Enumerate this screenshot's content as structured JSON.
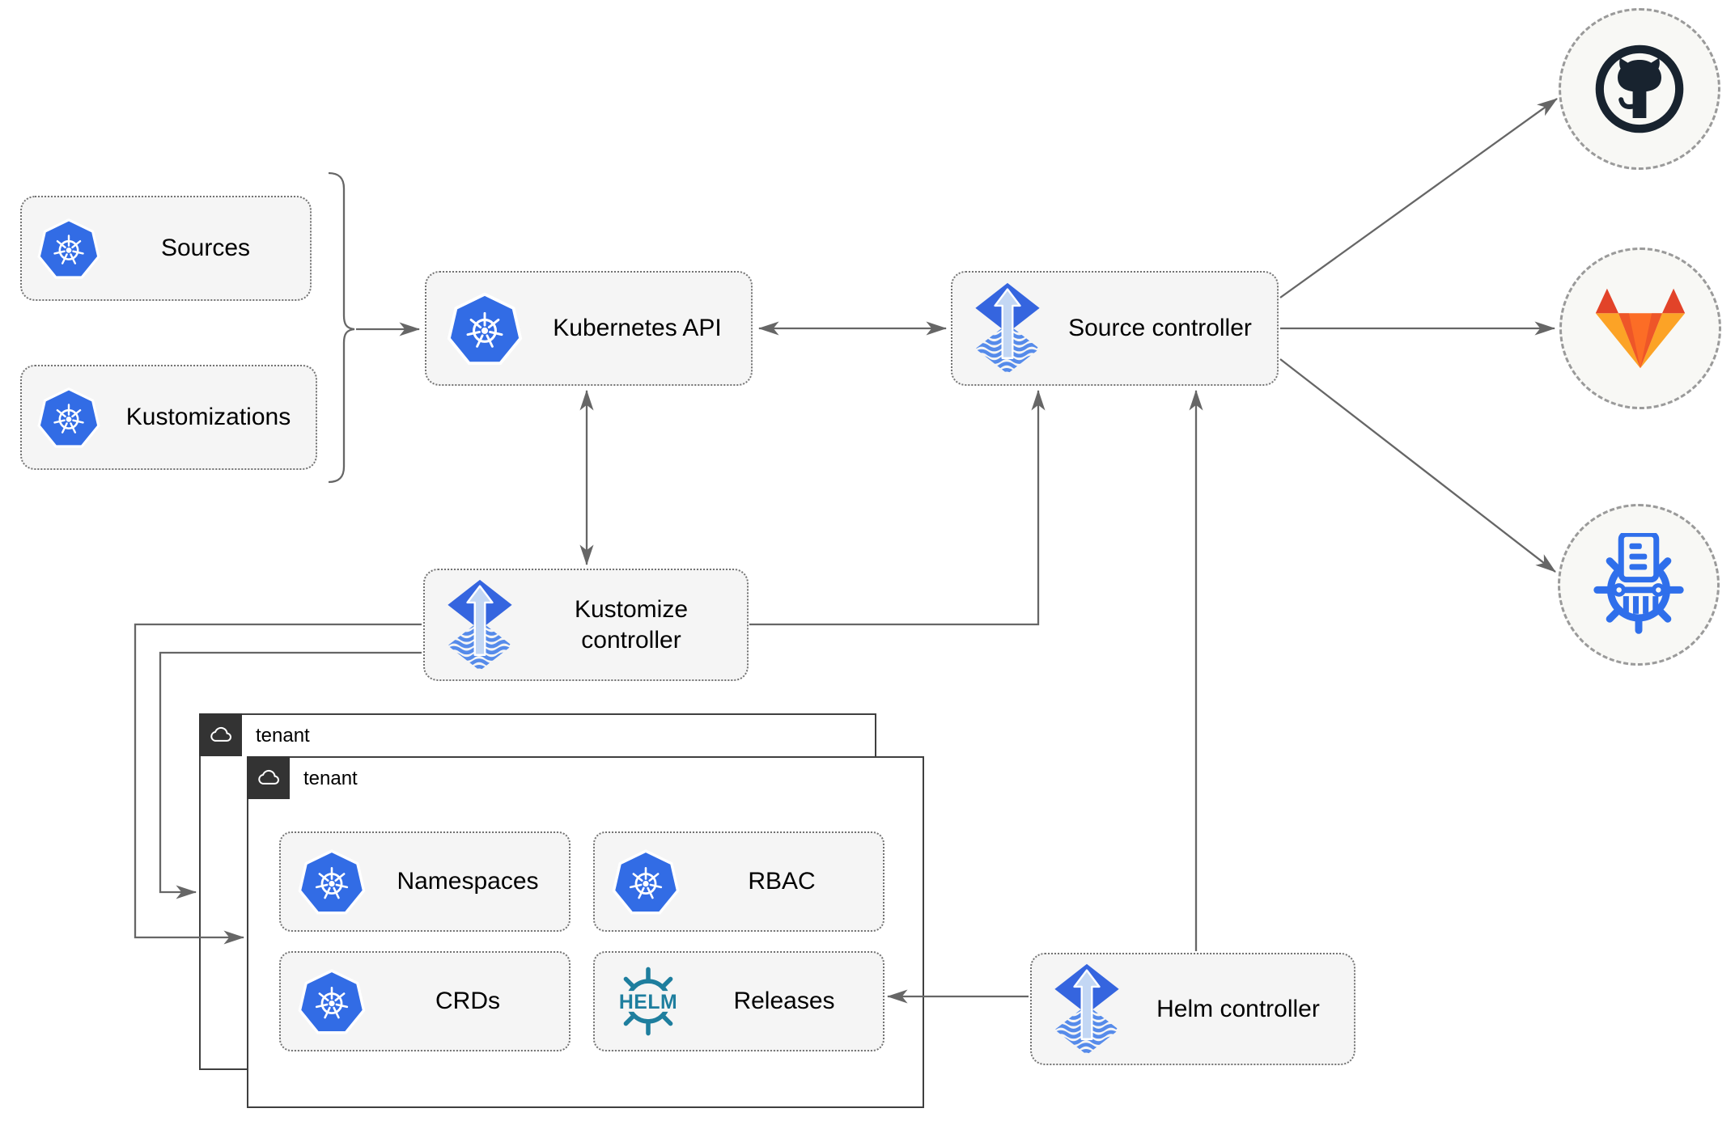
{
  "diagram": {
    "nodes": {
      "sources": {
        "label": "Sources"
      },
      "kustomizations": {
        "label": "Kustomizations"
      },
      "kubernetes_api": {
        "label": "Kubernetes API"
      },
      "source_controller": {
        "label": "Source controller"
      },
      "kustomize_controller": {
        "label": "Kustomize controller"
      },
      "helm_controller": {
        "label": "Helm controller"
      },
      "namespaces": {
        "label": "Namespaces"
      },
      "rbac": {
        "label": "RBAC"
      },
      "crds": {
        "label": "CRDs"
      },
      "releases": {
        "label": "Releases"
      }
    },
    "tenants": [
      {
        "label": "tenant"
      },
      {
        "label": "tenant"
      }
    ],
    "helm_icon_text": "HELM",
    "icons": {
      "kubernetes": "kubernetes-wheel-icon",
      "flux": "flux-icon",
      "helm": "helm-wheel-icon",
      "cloud": "cloud-icon",
      "github": "github-icon",
      "gitlab": "gitlab-icon",
      "chartmuseum": "chartmuseum-icon"
    },
    "colors": {
      "kubernetes_blue": "#326CE5",
      "flux_blue": "#3565DF",
      "flux_light_arrow": "#C3D7F4",
      "flux_wave_blue": "#568BEA",
      "helm_teal": "#1E7E9E",
      "chartmuseum_blue": "#2F6FEB",
      "github_dark": "#18232F",
      "gitlab_red": "#E24329",
      "gitlab_orange": "#FC6D26",
      "gitlab_yellow": "#FCA326",
      "connector_gray": "#666666",
      "node_fill": "#F5F5F5",
      "node_border": "#737373",
      "tenant_border": "#3F3F3F",
      "tenant_tab": "#333333",
      "endpoint_fill": "#F8F8F5"
    }
  }
}
